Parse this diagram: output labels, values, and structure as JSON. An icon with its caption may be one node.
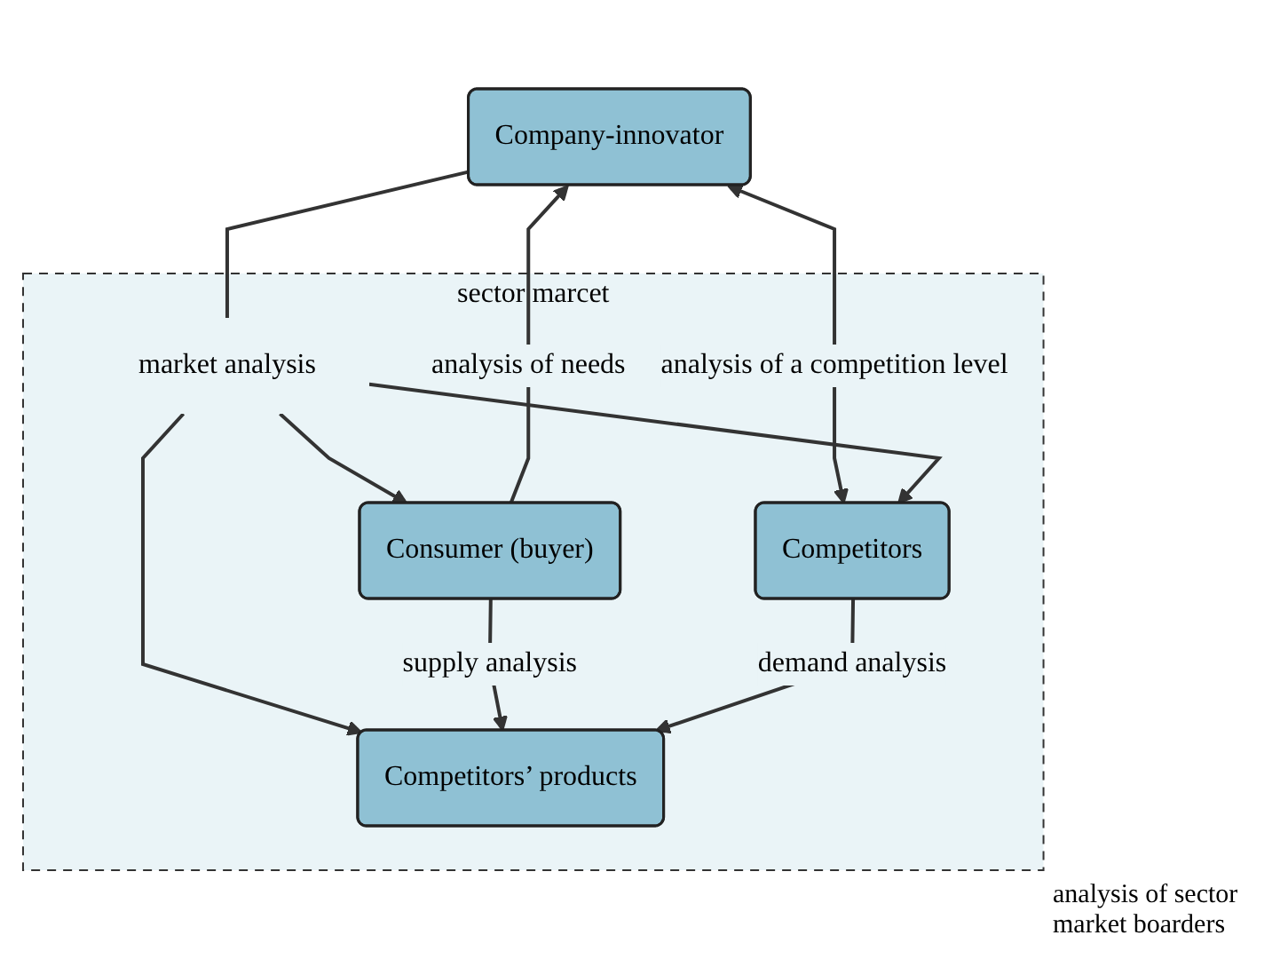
{
  "diagram": {
    "nodes": [
      {
        "text": [
          "Company-innovator"
        ]
      },
      {
        "text": [
          "sector marcet"
        ]
      },
      {
        "text": [
          "Consumer (buyer)"
        ],
        "in": 1
      },
      {
        "text": [
          "market analysis"
        ],
        "in": 1
      },
      {
        "text": [
          "Competitors"
        ],
        "in": 1
      },
      {
        "text": [
          "Competitors’ products"
        ],
        "in": 1
      }
    ],
    "edges": [
      {
        "from": 2,
        "to": 0,
        "arrow": "to",
        "label": "analysis of needs"
      },
      {
        "from": 0,
        "to": 4,
        "arrow": "both",
        "label": "analysis of a competition level"
      },
      {
        "from": 0,
        "to": 3,
        "arrow": "none"
      },
      {
        "from": 3,
        "to": 2,
        "arrow": "to"
      },
      {
        "from": 3,
        "to": 4,
        "arrow": "to"
      },
      {
        "from": 3,
        "to": 5,
        "arrow": "to"
      },
      {
        "from": 2,
        "to": 5,
        "arrow": "to",
        "label": "supply analysis"
      },
      {
        "from": 4,
        "to": 5,
        "arrow": "to",
        "label": "demand analysis"
      }
    ],
    "labels": [
      "analysis of sector market boarders"
    ]
  }
}
